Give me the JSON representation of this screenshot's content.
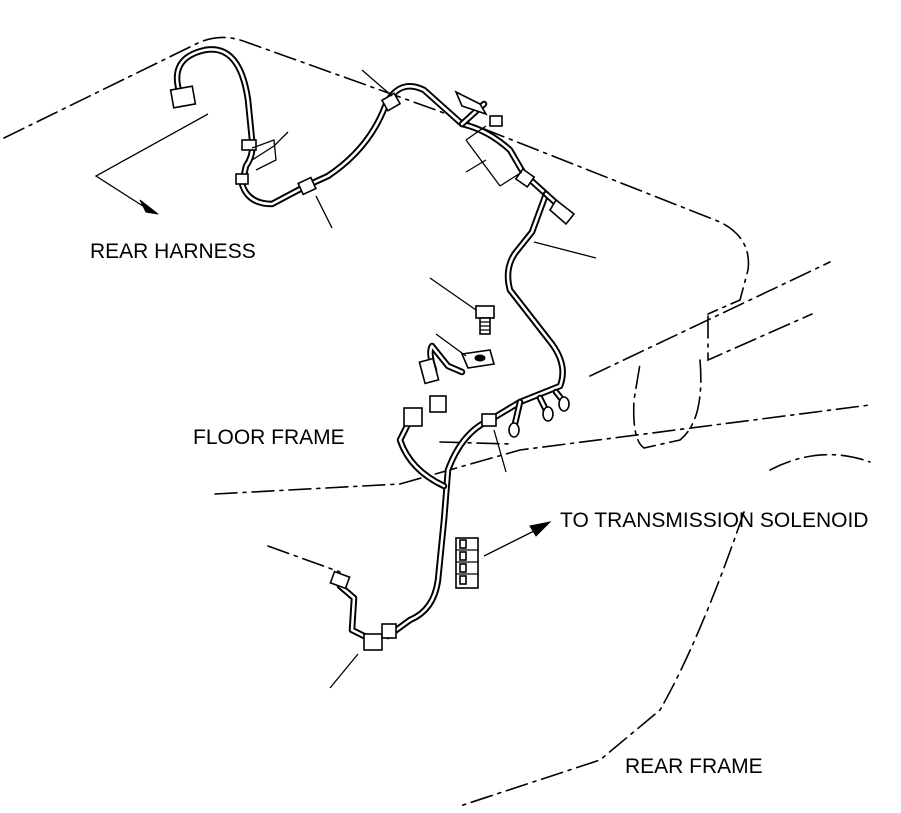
{
  "labels": {
    "rear_harness": "REAR HARNESS",
    "floor_frame": "FLOOR FRAME",
    "to_transmission_solenoid": "TO TRANSMISSION SOLENOID",
    "rear_frame": "REAR FRAME"
  },
  "icons": [
    "arrow-icon",
    "connector-icon",
    "bolt-icon",
    "clamp-icon"
  ]
}
